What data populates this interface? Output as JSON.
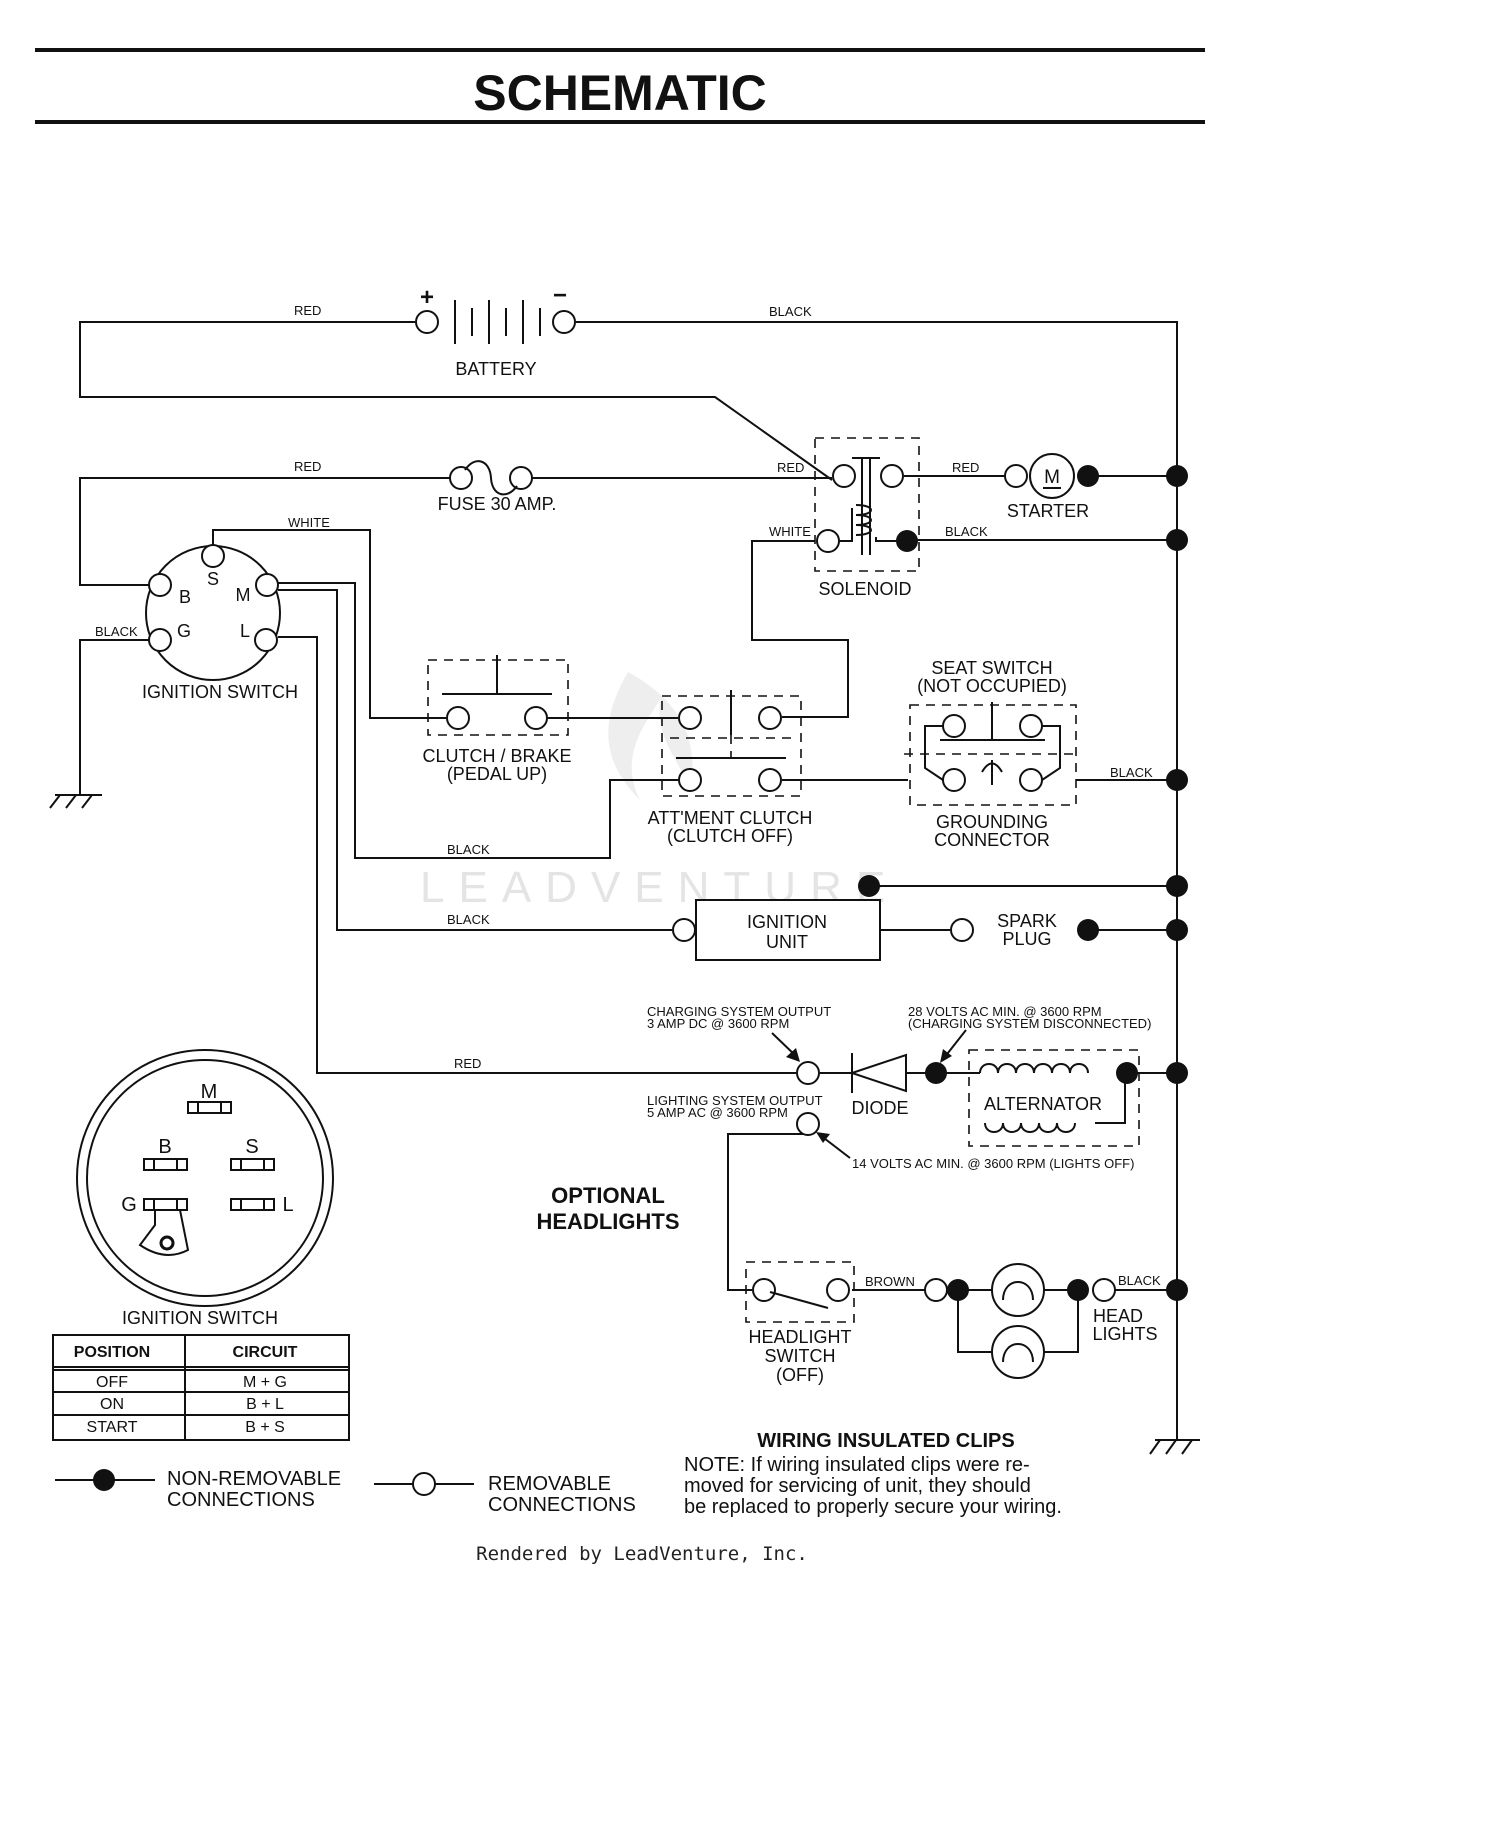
{
  "title": "SCHEMATIC",
  "watermark": "LEADVENTURE",
  "battery": {
    "label": "BATTERY",
    "plus": "+",
    "minus": "−"
  },
  "fuse": {
    "label": "FUSE 30 AMP."
  },
  "solenoid": {
    "label": "SOLENOID"
  },
  "starter": {
    "label": "STARTER",
    "symbol": "M"
  },
  "ignition_switch": {
    "label": "IGNITION SWITCH",
    "terminals": [
      "B",
      "S",
      "M",
      "G",
      "L"
    ]
  },
  "clutch_brake": {
    "line1": "CLUTCH / BRAKE",
    "line2": "(PEDAL UP)"
  },
  "attment_clutch": {
    "line1": "ATT'MENT CLUTCH",
    "line2": "(CLUTCH OFF)"
  },
  "seat_switch": {
    "line1": "SEAT SWITCH",
    "line2": "(NOT OCCUPIED)"
  },
  "grounding_connector": {
    "line1": "GROUNDING",
    "line2": "CONNECTOR"
  },
  "ignition_unit": {
    "line1": "IGNITION",
    "line2": "UNIT"
  },
  "spark_plug": {
    "line1": "SPARK",
    "line2": "PLUG"
  },
  "diode": {
    "label": "DIODE"
  },
  "alternator": {
    "label": "ALTERNATOR"
  },
  "notes": {
    "charging_line1": "CHARGING SYSTEM OUTPUT",
    "charging_line2": "3 AMP DC @ 3600 RPM",
    "volts28_line1": "28 VOLTS AC MIN. @ 3600 RPM",
    "volts28_line2": "(CHARGING SYSTEM DISCONNECTED)",
    "lighting_line1": "LIGHTING SYSTEM OUTPUT",
    "lighting_line2": "5 AMP AC @ 3600 RPM",
    "volts14": "14 VOLTS AC MIN. @ 3600 RPM (LIGHTS OFF)"
  },
  "optional_headlights": {
    "line1": "OPTIONAL",
    "line2": "HEADLIGHTS"
  },
  "headlight_switch": {
    "line1": "HEADLIGHT",
    "line2": "SWITCH",
    "line3": "(OFF)"
  },
  "head_lights": {
    "line1": "HEAD",
    "line2": "LIGHTS"
  },
  "wire_labels": {
    "red_battery": "RED",
    "black_battery": "BLACK",
    "red_fuse": "RED",
    "red_solenoid": "RED",
    "red_starter": "RED",
    "white_ignition": "WHITE",
    "white_solenoid": "WHITE",
    "black_solenoid": "BLACK",
    "black_ground": "BLACK",
    "black_seat": "BLACK",
    "black_attment": "BLACK",
    "black_ignition_unit": "BLACK",
    "red_charging": "RED",
    "brown_headlight": "BROWN",
    "black_headlights": "BLACK"
  },
  "switch_face": {
    "terminals": [
      "M",
      "B",
      "S",
      "G",
      "L"
    ],
    "caption": "IGNITION SWITCH"
  },
  "switch_table": {
    "headers": [
      "POSITION",
      "CIRCUIT"
    ],
    "rows": [
      [
        "OFF",
        "M + G"
      ],
      [
        "ON",
        "B + L"
      ],
      [
        "START",
        "B + S"
      ]
    ]
  },
  "legend": {
    "non_removable_line1": "NON-REMOVABLE",
    "non_removable_line2": "CONNECTIONS",
    "removable_line1": "REMOVABLE",
    "removable_line2": "CONNECTIONS"
  },
  "clips_note": {
    "heading": "WIRING INSULATED CLIPS",
    "line1": "NOTE: If wiring insulated clips were re-",
    "line2": "moved for servicing of unit, they should",
    "line3": "be replaced to properly secure your wiring."
  },
  "footer": "Rendered by LeadVenture, Inc."
}
